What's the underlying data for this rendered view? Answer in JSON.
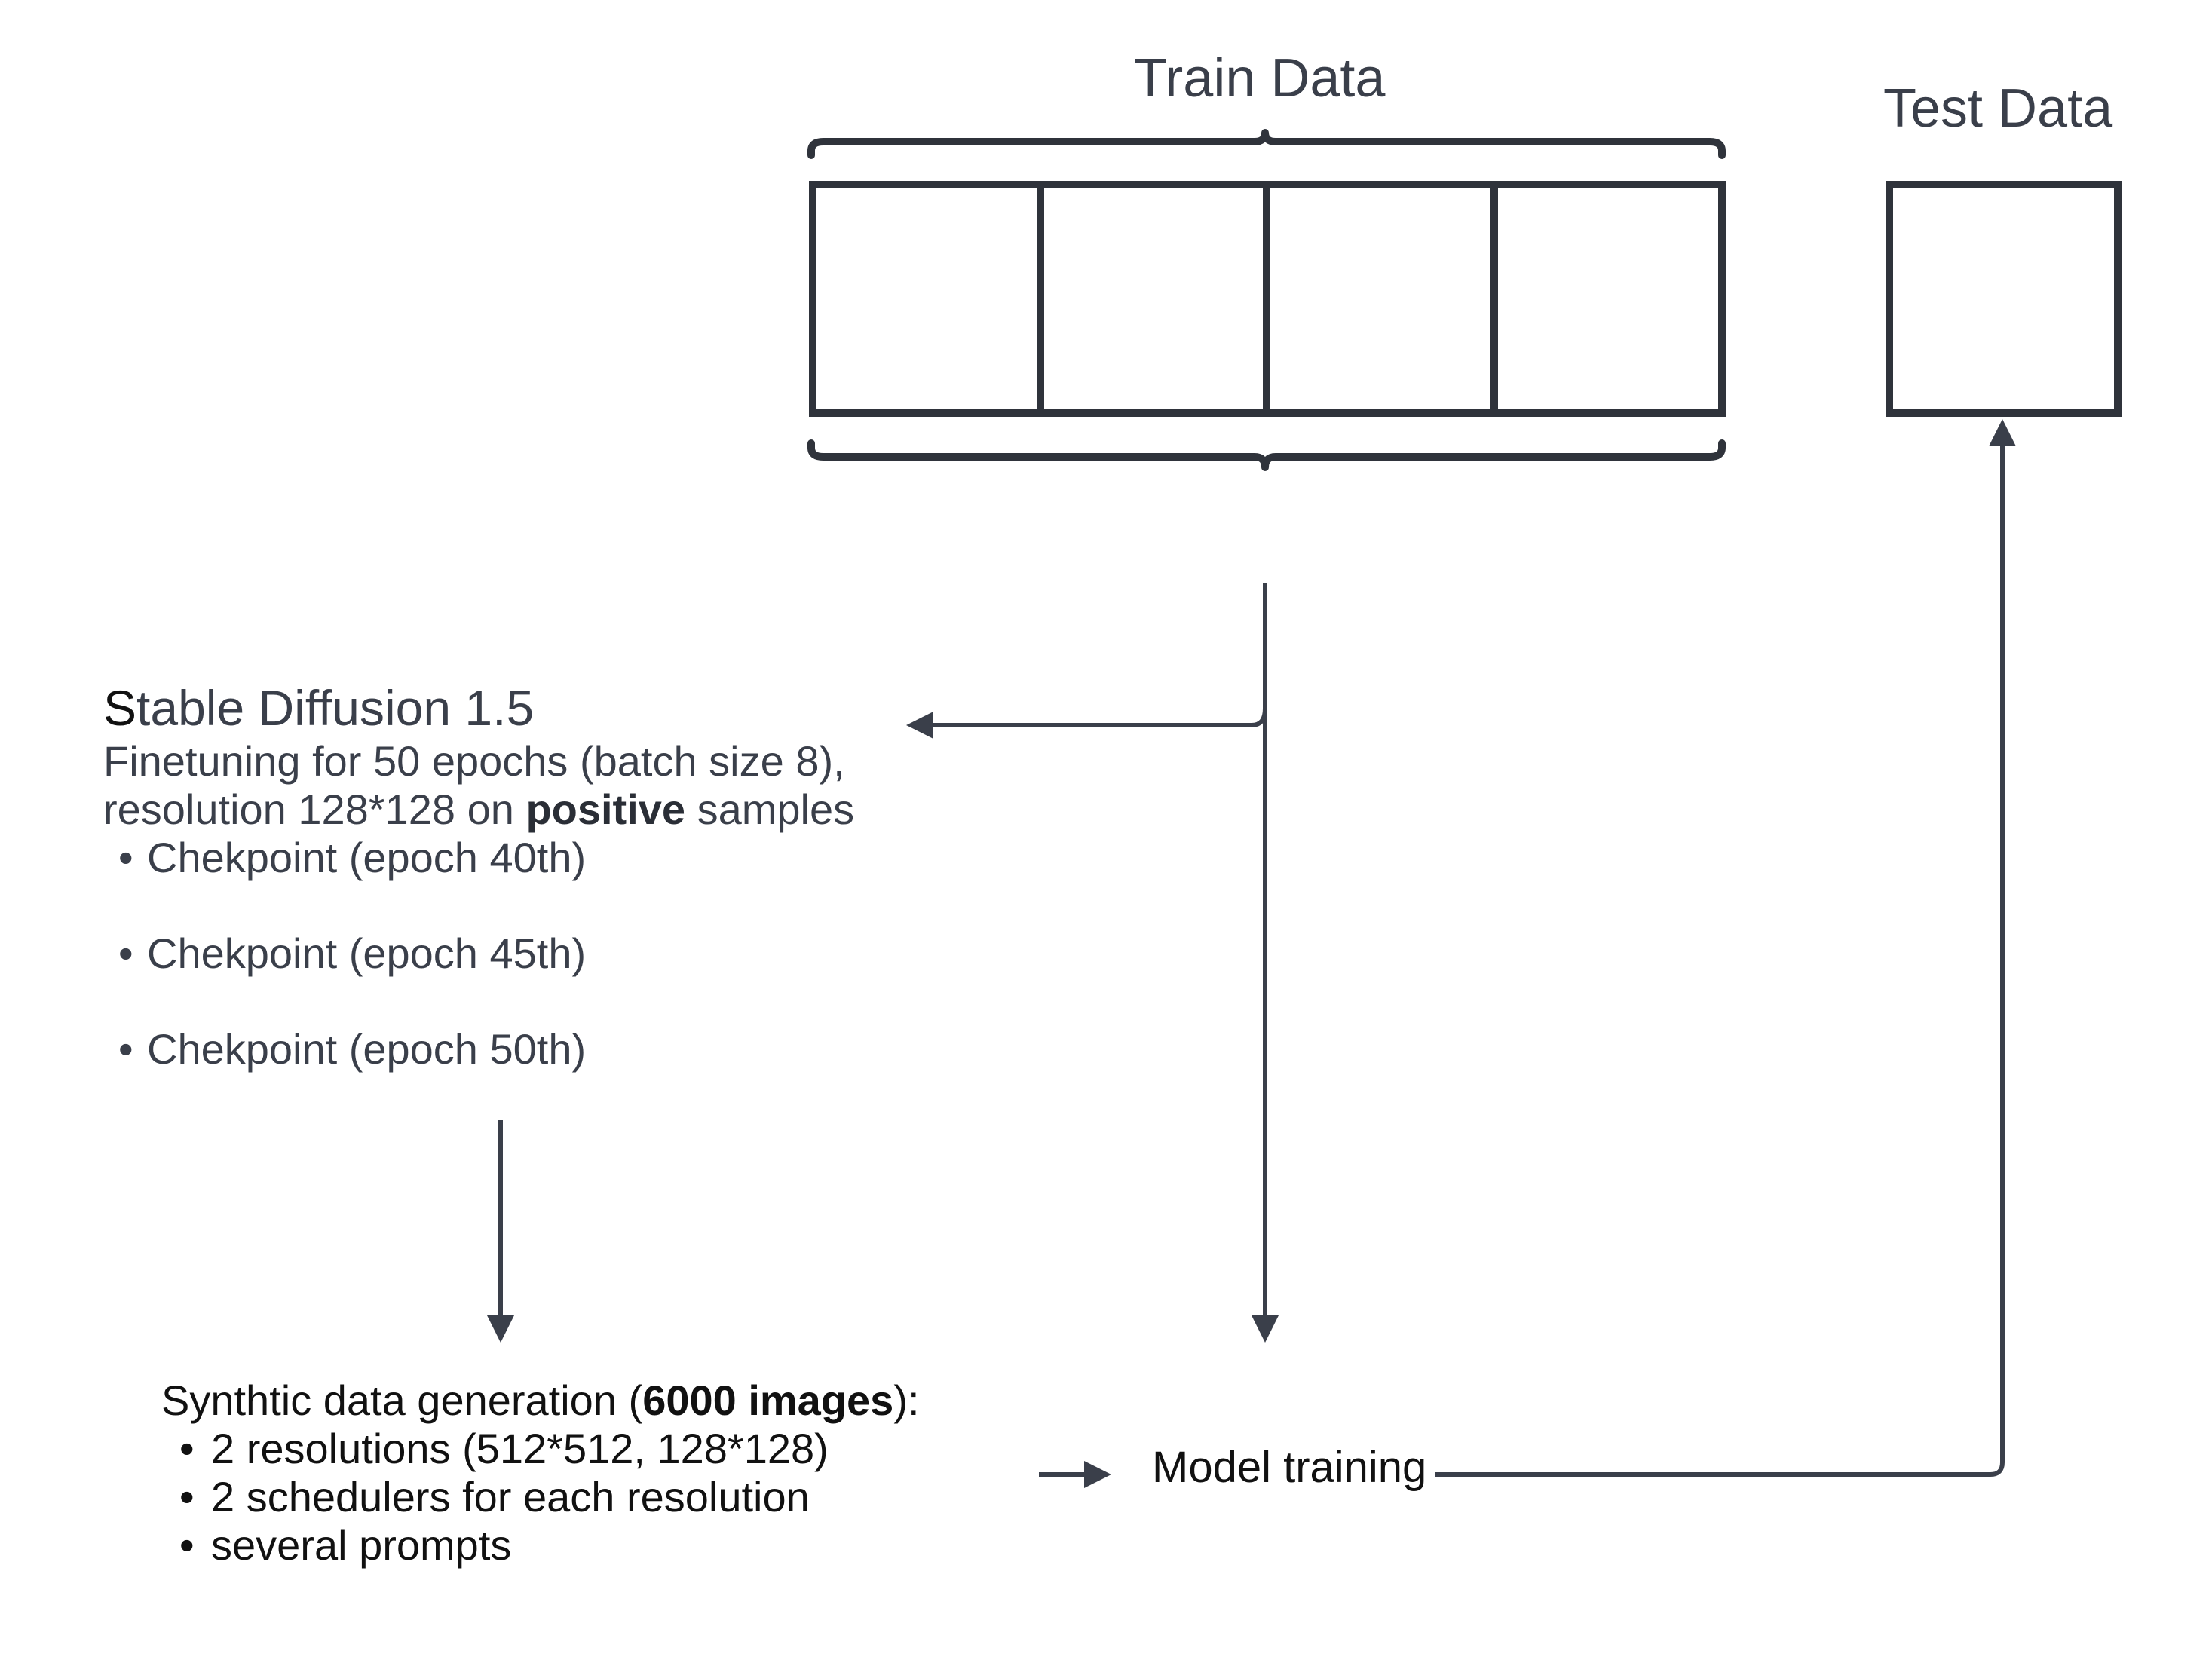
{
  "train_data": {
    "title": "Train Data"
  },
  "test_data": {
    "title": "Test Data"
  },
  "stable_diffusion": {
    "title_first": "S",
    "title_rest": "table Diffusion 1.5",
    "desc_line1": "Finetuning for 50 epochs (batch size 8),",
    "desc_line2_pre": "resolution 128*128 on ",
    "desc_line2_bold": "positive",
    "desc_line2_post": " samples",
    "bullet_glyph": "•",
    "checkpoints": [
      "Chekpoint (epoch 40th)",
      "Chekpoint (epoch 45th)",
      "Chekpoint (epoch 50th)"
    ]
  },
  "synthetic": {
    "heading_pre": "Synthtic data generation (",
    "heading_bold": "6000 images",
    "heading_post": "):",
    "bullet_glyph": "•",
    "items": [
      "2 resolutions (512*512, 128*128)",
      "2 schedulers for each resolution",
      "several prompts"
    ]
  },
  "model_training": {
    "label": "Model training"
  },
  "colors": {
    "stroke": "#2f333b",
    "text": "#3a3f4a"
  }
}
